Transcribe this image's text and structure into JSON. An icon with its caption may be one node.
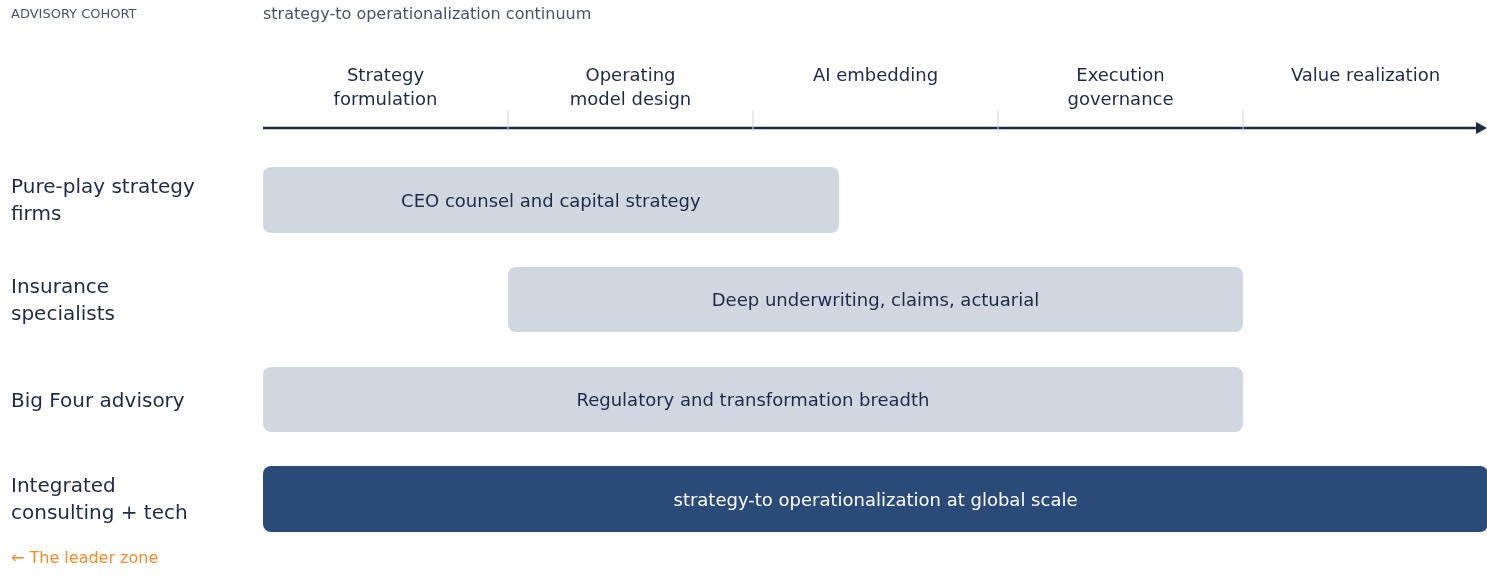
{
  "diagram": {
    "nodes": [
      {
        "text": [
          "CEO counsel and capital strategy"
        ]
      },
      {
        "text": [
          "Deep underwriting, claims, actuarial"
        ]
      },
      {
        "text": [
          "Regulatory and transformation breadth"
        ]
      },
      {
        "text": [
          "strategy-to operationalization at global scale"
        ]
      }
    ],
    "edges": [],
    "labels": [
      "ADVISORY COHORT",
      "strategy-to operationalization continuum",
      "Strategy formulation",
      "Operating model design",
      "AI embedding",
      "Execution governance",
      "Value realization",
      "Pure-play strategy firms",
      "Insurance specialists",
      "Big Four advisory",
      "Integrated consulting + tech",
      "← The leader zone"
    ]
  }
}
